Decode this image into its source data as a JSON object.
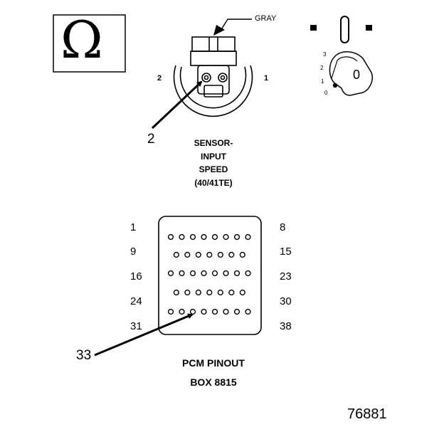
{
  "ohm_symbol": "Ω",
  "sensor": {
    "wire_color": "GRAY",
    "left_cavity": "2",
    "right_cavity": "1",
    "callout": "2",
    "caption": [
      "SENSOR-",
      "INPUT",
      "SPEED",
      "(40/41TE)"
    ]
  },
  "switch_dial": {
    "positions": [
      "3",
      "2",
      "1",
      "0"
    ],
    "knob_label": "0"
  },
  "pcm": {
    "left_pin_labels": [
      "1",
      "9",
      "16",
      "24",
      "31"
    ],
    "right_pin_labels": [
      "8",
      "15",
      "23",
      "30",
      "38"
    ],
    "row_pin_counts": [
      8,
      7,
      8,
      7,
      8
    ],
    "callout": "33",
    "caption": [
      "PCM PINOUT",
      "BOX 8815"
    ]
  },
  "figure_number": "76881"
}
